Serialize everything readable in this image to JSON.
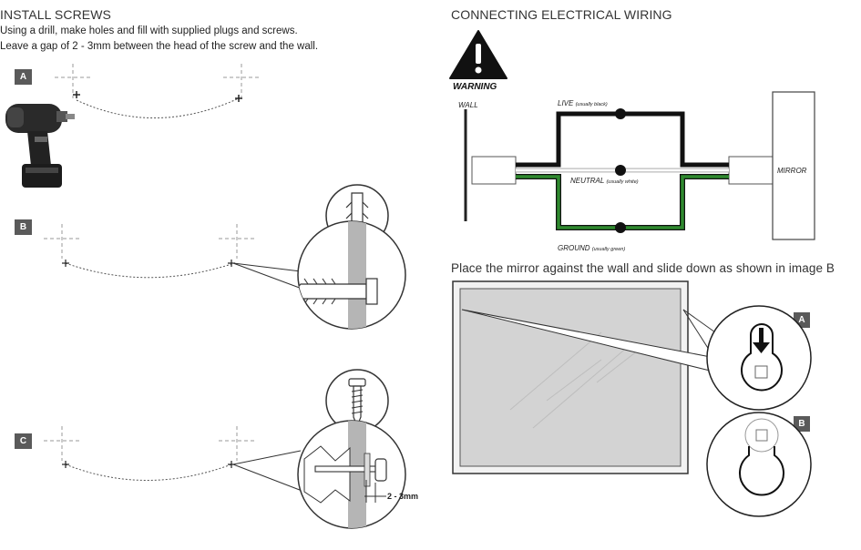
{
  "left": {
    "title": "INSTALL SCREWS",
    "line1": "Using a drill, make holes and fill with supplied plugs and screws.",
    "line2": "Leave a gap of 2 - 3mm between the head of the screw and the wall.",
    "steps": [
      "A",
      "B",
      "C"
    ],
    "gap_label": "2 - 3mm"
  },
  "right": {
    "title": "CONNECTING ELECTRICAL WIRING",
    "warning": "WARNING",
    "wall": "WALL",
    "mirror": "MIRROR",
    "live": "LIVE",
    "live_note": "(usually black)",
    "neutral": "NEUTRAL",
    "neutral_note": "(usually white)",
    "ground": "GROUND",
    "ground_note": "(usually green)",
    "mount_text": "Place the mirror against the wall and slide down as shown in image B",
    "steps": [
      "A",
      "B"
    ]
  },
  "colors": {
    "live": "#111111",
    "ground": "#1f7a1f",
    "neutral": "#cfcfcf",
    "glass": "#d6d6d6"
  }
}
